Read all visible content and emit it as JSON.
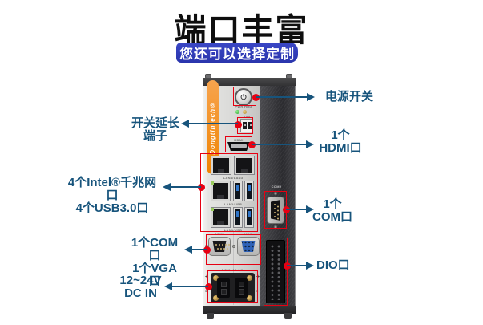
{
  "title": "端口丰富",
  "subtitle": "您还可以选择定制",
  "colors": {
    "accent_red": "#e60012",
    "callout_blue": "#17547c",
    "banner_blue": "#2a35ad",
    "brand_orange": "#f08300"
  },
  "device": {
    "brand": "Dongtintech®",
    "icons": {
      "power": "⏻"
    },
    "panel_labels": {
      "leds": "PWR HDD",
      "sw": "S/W",
      "hdmi": "HDMI",
      "lan_row1": "LAN4/LAN3",
      "lan_row2": "LAN2/USB",
      "lan_row3": "LAN1/USB",
      "com1": "COM1",
      "vga": "VGA",
      "dc_in": "DC IN 12-24V",
      "com2": "COM2",
      "plus": "+",
      "minus": "-"
    }
  },
  "callouts": {
    "power": {
      "lines": [
        "电源开关"
      ]
    },
    "switch_ext": {
      "lines": [
        "开关延长",
        "端子"
      ]
    },
    "hdmi": {
      "lines": [
        "1个",
        "HDMI口"
      ]
    },
    "lan_usb": {
      "lines": [
        "4个Intel®千兆网口",
        "4个USB3.0口"
      ]
    },
    "com2": {
      "lines": [
        "1个",
        "COM口"
      ]
    },
    "com_vga": {
      "lines": [
        "1个COM口",
        "1个VGA口"
      ]
    },
    "dc_in": {
      "lines": [
        "12~24V",
        "DC IN"
      ]
    },
    "dio": {
      "lines": [
        "DIO口"
      ]
    }
  }
}
